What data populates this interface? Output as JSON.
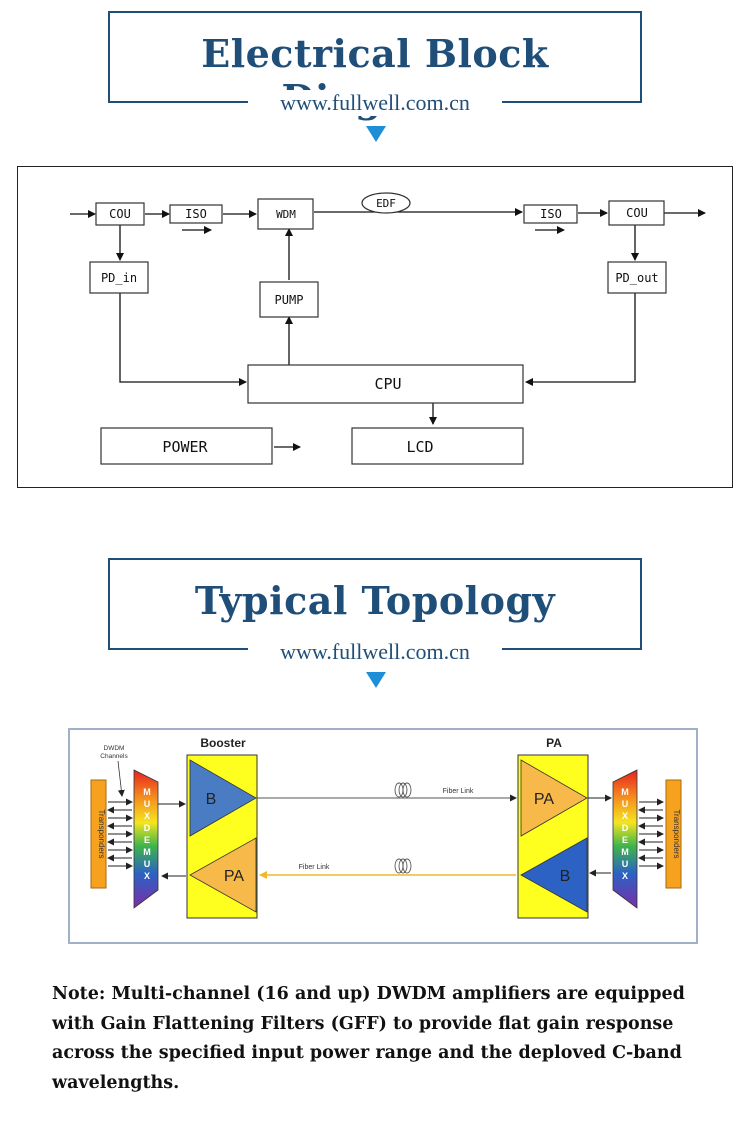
{
  "sections": [
    {
      "title": "Electrical Block Diagram",
      "url": "www.fullwell.com.cn"
    },
    {
      "title": "Typical Topology",
      "url": "www.fullwell.com.cn"
    }
  ],
  "block_diagram": {
    "cou_in": "COU",
    "iso_in": "ISO",
    "wdm": "WDM",
    "edf": "EDF",
    "iso_out": "ISO",
    "cou_out": "COU",
    "pd_in": "PD_in",
    "pd_out": "PD_out",
    "pump": "PUMP",
    "cpu": "CPU",
    "power": "POWER",
    "lcd": "LCD"
  },
  "topology": {
    "booster_label": "Booster",
    "pa_label": "PA",
    "dwdm_channels": [
      "DWDM",
      "Channels"
    ],
    "mux_letters": [
      "M",
      "U",
      "X",
      "D",
      "E",
      "M",
      "U",
      "X"
    ],
    "transponders": "Transponders",
    "booster_b": "B",
    "booster_pa": "PA",
    "pa_pa": "PA",
    "pa_b": "B",
    "fiber_link_top": "Fiber Link",
    "fiber_link_bottom": "Fiber Link"
  },
  "note": "Note: Multi-channel (16 and up) DWDM amplifiers are equipped with Gain Flattening Filters (GFF) to provide flat gain response across the specified input power range and the deploved C-band wavelengths.",
  "colors": {
    "title": "#1f4e79",
    "arrow": "#1e8fd6",
    "yellow": "#ffff1f",
    "blue_triangle": "#4a7cc4",
    "orange_triangle": "#f7b94a",
    "transponder": "#f7a21e",
    "fiber_return": "#f2b52b"
  }
}
